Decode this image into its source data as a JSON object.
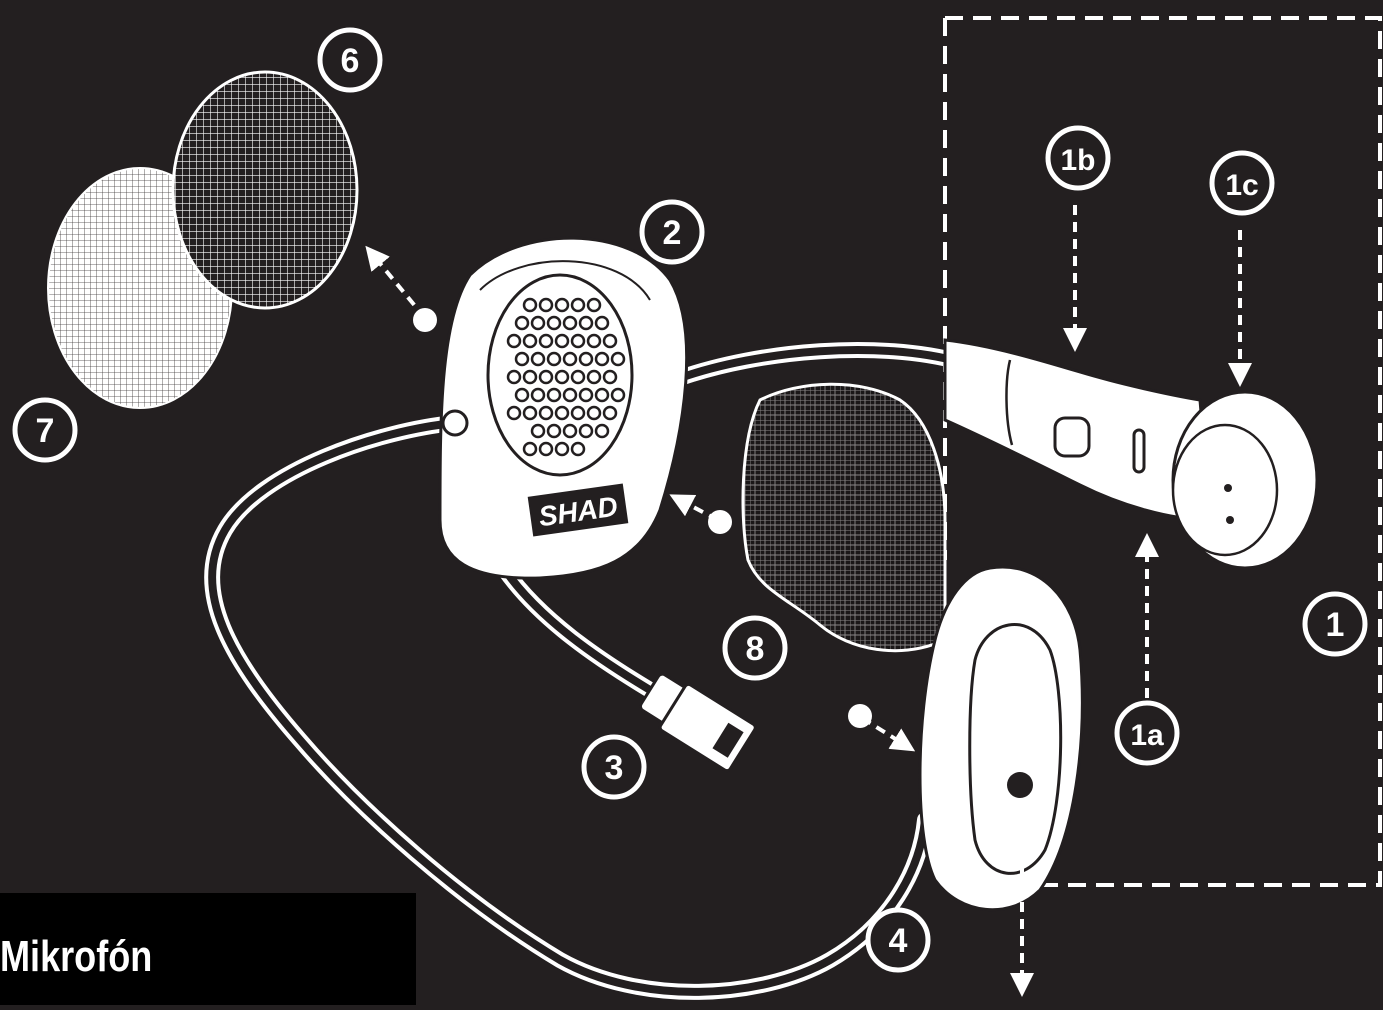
{
  "labels": {
    "l1": "1",
    "l1a": "1a",
    "l1b": "1b",
    "l1c": "1c",
    "l2": "2",
    "l3": "3",
    "l4": "4",
    "l6": "6",
    "l7": "7",
    "l8": "8"
  },
  "brand": "SHAD",
  "caption": "Mikrofón",
  "colors": {
    "background": "#231f20",
    "line": "#ffffff",
    "caption_bg": "#000000"
  }
}
